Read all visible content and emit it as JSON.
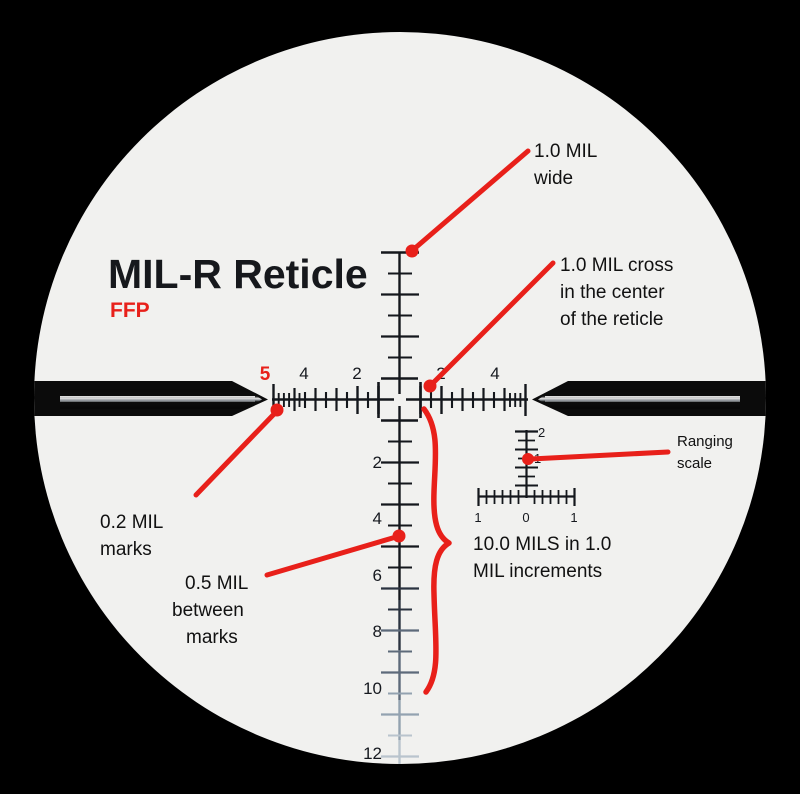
{
  "meta": {
    "background_color": "#000000",
    "scope_face_color": "#f1f1ef",
    "reticle_color": "#14171c",
    "accent_color": "#e8201a"
  },
  "title": {
    "main": "MIL-R Reticle",
    "sub": "FFP"
  },
  "annotations": [
    {
      "id": "mil-wide",
      "lines": [
        "1.0 MIL",
        "wide"
      ]
    },
    {
      "id": "center-cross",
      "lines": [
        "1.0 MIL cross",
        "in the center",
        "of the reticle"
      ]
    },
    {
      "id": "point-two",
      "lines": [
        "0.2 MIL",
        "marks"
      ]
    },
    {
      "id": "point-five",
      "lines": [
        "0.5 MIL",
        "between",
        "marks"
      ]
    },
    {
      "id": "ten-mils",
      "lines": [
        "10.0 MILS in 1.0",
        "MIL increments"
      ]
    },
    {
      "id": "ranging",
      "lines": [
        "Ranging",
        "scale"
      ]
    }
  ],
  "horizontal_scale": {
    "left_labels": [
      "5",
      "4",
      "2"
    ],
    "right_labels": [
      "2",
      "4"
    ],
    "highlight_label": "5"
  },
  "vertical_scale": {
    "labels": [
      "2",
      "4",
      "6",
      "8",
      "10",
      "12"
    ]
  },
  "ranging_scale": {
    "vertical_labels": [
      "2",
      "1"
    ],
    "horizontal_labels": [
      "1",
      "0",
      "1"
    ]
  }
}
